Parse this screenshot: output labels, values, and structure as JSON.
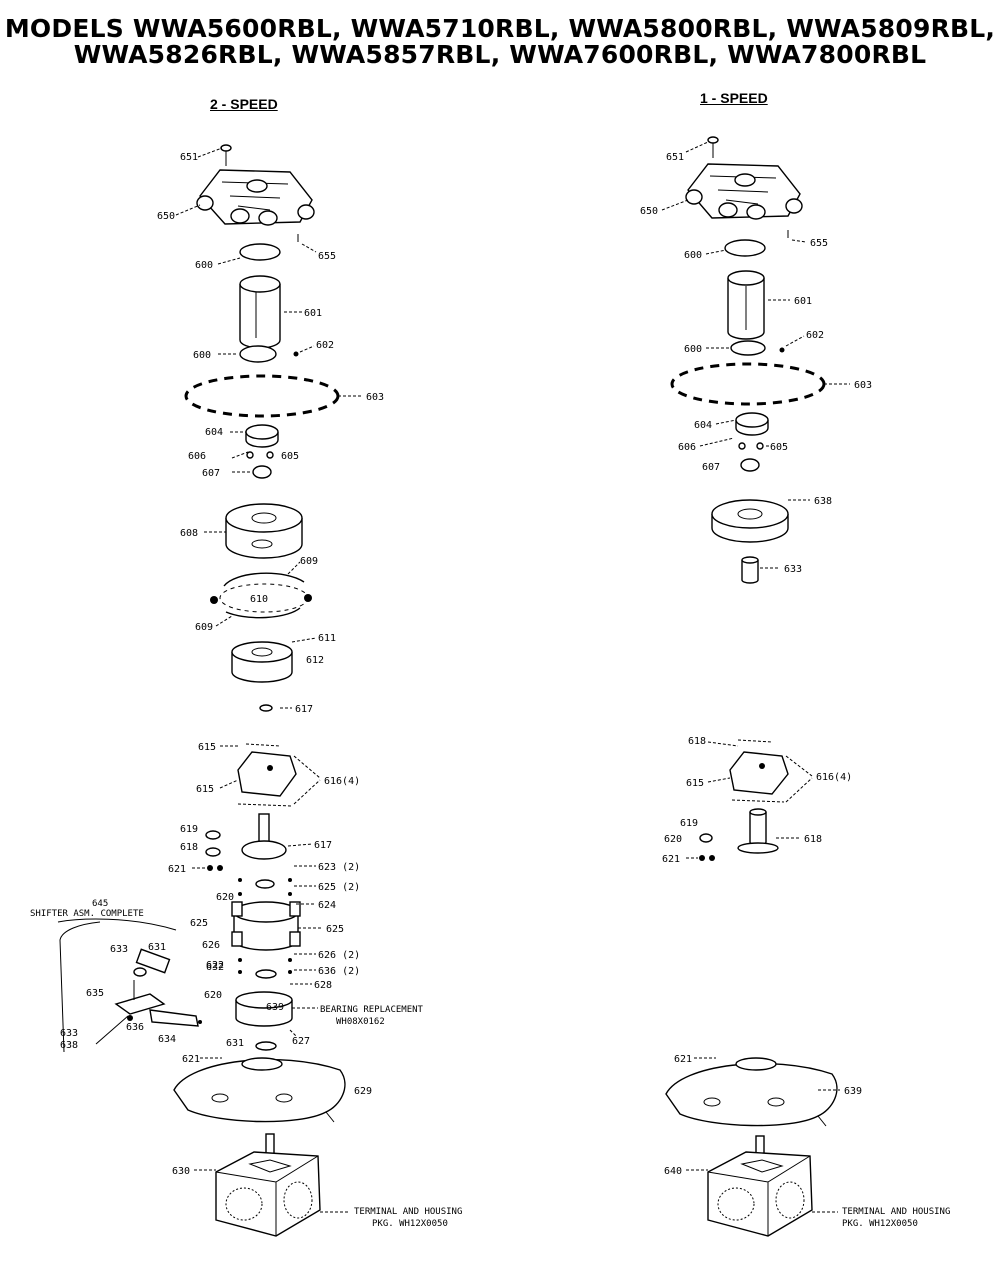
{
  "title": {
    "line1": "MODELS WWA5600RBL, WWA5710RBL, WWA5800RBL, WWA5809RBL,",
    "line2": "WWA5826RBL, WWA5857RBL, WWA7600RBL, WWA7800RBL"
  },
  "columns": {
    "two_speed": "2 - SPEED",
    "one_speed": "1 - SPEED"
  },
  "left_labels": {
    "l651": "651",
    "l650": "650",
    "l655": "655",
    "l600a": "600",
    "l601": "601",
    "l600b": "600",
    "l602": "602",
    "l603": "603",
    "l604": "604",
    "l606": "606",
    "l605": "605",
    "l607": "607",
    "l608": "608",
    "l609a": "609",
    "l610": "610",
    "l609b": "609",
    "l611": "611",
    "l612": "612",
    "l617": "617",
    "l615a": "615",
    "l615b": "615",
    "l616": "616(4)",
    "l619": "619",
    "l618": "618",
    "l621a": "621",
    "l617b": "617",
    "l620": "620",
    "l623a": "623 (2)",
    "l625b": "625 (2)",
    "l624": "624",
    "l625a": "625",
    "l625c": "625",
    "l626": "626",
    "l632": "632",
    "l626b": "626 (2)",
    "l636": "636 (2)",
    "l628": "628",
    "l629": "629",
    "l631": "631",
    "l627": "627",
    "l621b": "621",
    "l639": "639",
    "l630": "630"
  },
  "right_labels": {
    "r651": "651",
    "r650": "650",
    "r655": "655",
    "r600a": "600",
    "r601": "601",
    "r600b": "600",
    "r602": "602",
    "r603": "603",
    "r604": "604",
    "r606": "606",
    "r605": "605",
    "r607": "607",
    "r638": "638",
    "r633": "633",
    "r618": "618",
    "r615": "615",
    "r616": "616(4)",
    "r619": "619",
    "r620": "620",
    "r621a": "621",
    "r618b": "618",
    "r621b": "621",
    "r639": "639",
    "r640": "640"
  },
  "shifter": {
    "number": "645",
    "label": "SHIFTER ASM. COMPLETE",
    "parts": [
      "633",
      "631",
      "622",
      "635",
      "636",
      "634",
      "620",
      "633",
      "638"
    ]
  },
  "notes": {
    "bearing_line1": "BEARING REPLACEMENT",
    "bearing_line2": "WH08X0162",
    "terminal_left_1": "TERMINAL AND HOUSING",
    "terminal_left_2": "PKG. WH12X0050",
    "terminal_right_1": "TERMINAL AND HOUSING",
    "terminal_right_2": "PKG. WH12X0050"
  }
}
